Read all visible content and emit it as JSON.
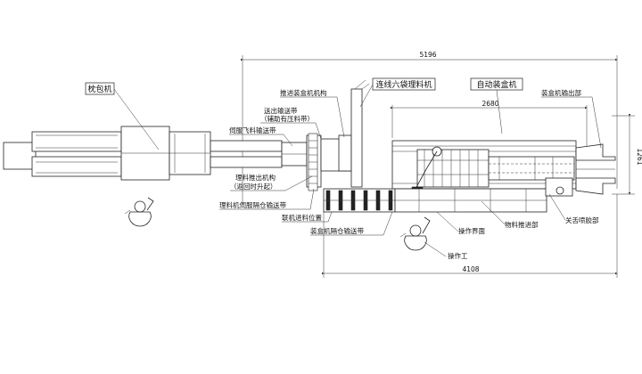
{
  "dimensions": {
    "overall_length": "5196",
    "auto_cartoner_length": "2680",
    "height": "1261",
    "bottom_length": "4108"
  },
  "labels": {
    "pillow_packer": "枕包机",
    "servo_belt": "伺服飞料输送带",
    "push_in_mechanism": "推进装盒机机构",
    "out_conveyor": "送出输送带",
    "out_conveyor_note": "（辅助有压料带）",
    "material_pushout": "理料推出机构",
    "material_pushout_note": "（返回时升起）",
    "servo_compartment_belt": "理料机伺服隔仓输送带",
    "interlock_position": "联机进料位置",
    "six_bag_sorter": "连线六袋理料机",
    "auto_cartoner": "自动装盒机",
    "cartoner_output": "装盒机输出部",
    "cartoner_compartment_belt": "装盒机隔仓输送带",
    "operation_interface": "操作界面",
    "material_push_section": "物料推进部",
    "flap_glue_section": "关舌喷胶部",
    "operator": "操作工"
  }
}
